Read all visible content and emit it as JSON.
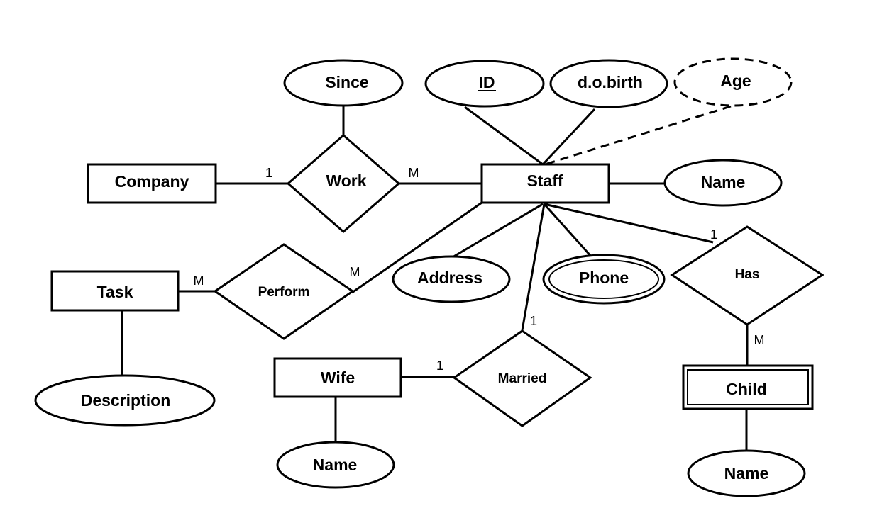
{
  "entities": {
    "company": "Company",
    "staff": "Staff",
    "task": "Task",
    "wife": "Wife",
    "child": "Child"
  },
  "relationships": {
    "work": "Work",
    "perform": "Perform",
    "married": "Married",
    "has": "Has"
  },
  "attributes": {
    "since": "Since",
    "id": "ID",
    "dob": "d.o.birth",
    "age": "Age",
    "staff_name": "Name",
    "address": "Address",
    "phone": "Phone",
    "description": "Description",
    "wife_name": "Name",
    "child_name": "Name"
  },
  "cardinalities": {
    "company_work": "1",
    "work_staff": "M",
    "task_perform": "M",
    "perform_staff": "M",
    "staff_married": "1",
    "wife_married": "1",
    "staff_has": "1",
    "has_child": "M"
  }
}
